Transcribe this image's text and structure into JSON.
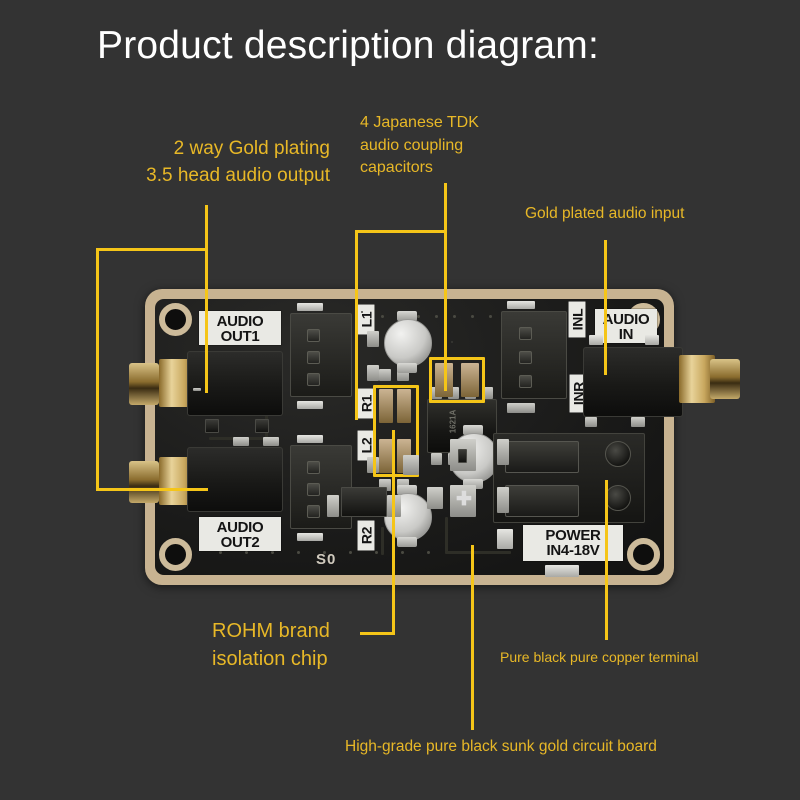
{
  "page": {
    "title": "Product description diagram:",
    "background_color": "#333333",
    "callout_color": "#e8b827",
    "leader_line_color": "#f5c518"
  },
  "callouts": [
    {
      "id": "audio-output",
      "text": "2 way Gold plating\n3.5 head audio output",
      "points_to": "3.5mm gold plated audio output jacks"
    },
    {
      "id": "tdk-capacitors",
      "text": "4 Japanese TDK\naudio coupling\ncapacitors",
      "points_to": "coupling capacitor arrays"
    },
    {
      "id": "audio-input",
      "text": "Gold plated audio input",
      "points_to": "3.5mm input jack"
    },
    {
      "id": "isolation-chip",
      "text": "ROHM brand\nisolation chip",
      "points_to": "center isolation IC"
    },
    {
      "id": "copper-terminal",
      "text": "Pure black pure copper terminal",
      "points_to": "screw terminal block"
    },
    {
      "id": "circuit-board",
      "text": "High-grade pure black sunk gold circuit board",
      "points_to": "PCB substrate"
    }
  ],
  "board": {
    "silkscreen": {
      "audio_out1": "AUDIO\nOUT1",
      "audio_out2": "AUDIO\nOUT2",
      "audio_in": "AUDIO\nIN",
      "power_in": "POWER\nIN4-18V",
      "l1": "L1",
      "r1": "R1",
      "l2": "L2",
      "r2": "R2",
      "inl": "INL",
      "inr": "INR",
      "s0": "S0",
      "ic_marking": "1621A"
    },
    "edge_color": "#c8b391",
    "surface_color": "#1a1a19"
  }
}
